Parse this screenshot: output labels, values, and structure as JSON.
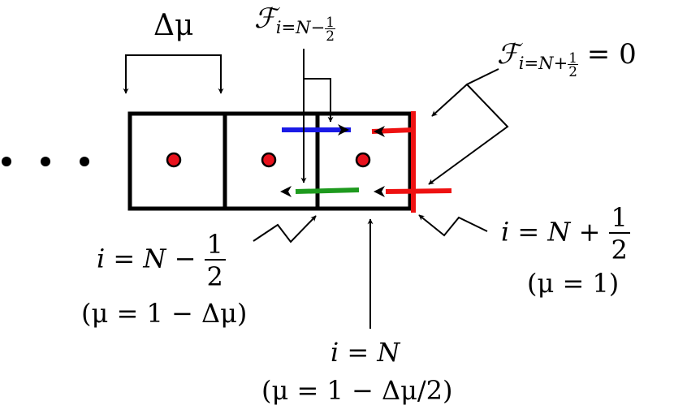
{
  "labels": {
    "delta_mu": "Δμ",
    "ellipsis": "· · ·",
    "flux_left": {
      "symbol": "ℱ",
      "sub_prefix": "i=N−",
      "sub_num": "1",
      "sub_den": "2"
    },
    "flux_right": {
      "symbol": "ℱ",
      "sub_prefix": "i=N+",
      "sub_num": "1",
      "sub_den": "2",
      "suffix": " = 0"
    },
    "left_face": {
      "prefix": "i = N − ",
      "num": "1",
      "den": "2",
      "mu": "(μ = 1 − Δμ)"
    },
    "right_face": {
      "prefix": "i = N + ",
      "num": "1",
      "den": "2",
      "mu": "(μ = 1)"
    },
    "center_cell": {
      "line1": "i = N",
      "mu": "(μ = 1 − Δμ/2)"
    }
  },
  "colors": {
    "cell_border": "#000000",
    "cell_center_dot": "#e8121d",
    "flux_blue": "#1a1ae6",
    "flux_red": "#ee1111",
    "flux_green": "#1e9a1e",
    "boundary_red": "#ee1111"
  }
}
